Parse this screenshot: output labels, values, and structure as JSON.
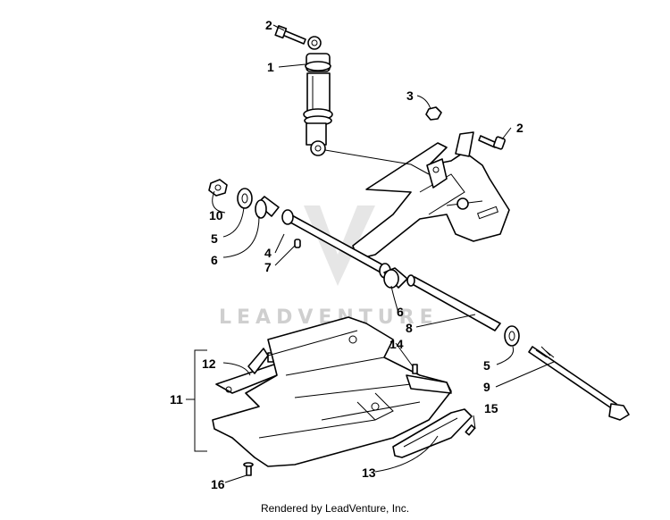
{
  "watermark": "LEADVENTURE",
  "footer": "Rendered by LeadVenture, Inc.",
  "callouts": {
    "c1": "1",
    "c2a": "2",
    "c2b": "2",
    "c3": "3",
    "c4": "4",
    "c5a": "5",
    "c5b": "5",
    "c6a": "6",
    "c6b": "6",
    "c7": "7",
    "c8": "8",
    "c9": "9",
    "c10": "10",
    "c11": "11",
    "c12": "12",
    "c13": "13",
    "c14": "14",
    "c15": "15",
    "c16": "16"
  }
}
